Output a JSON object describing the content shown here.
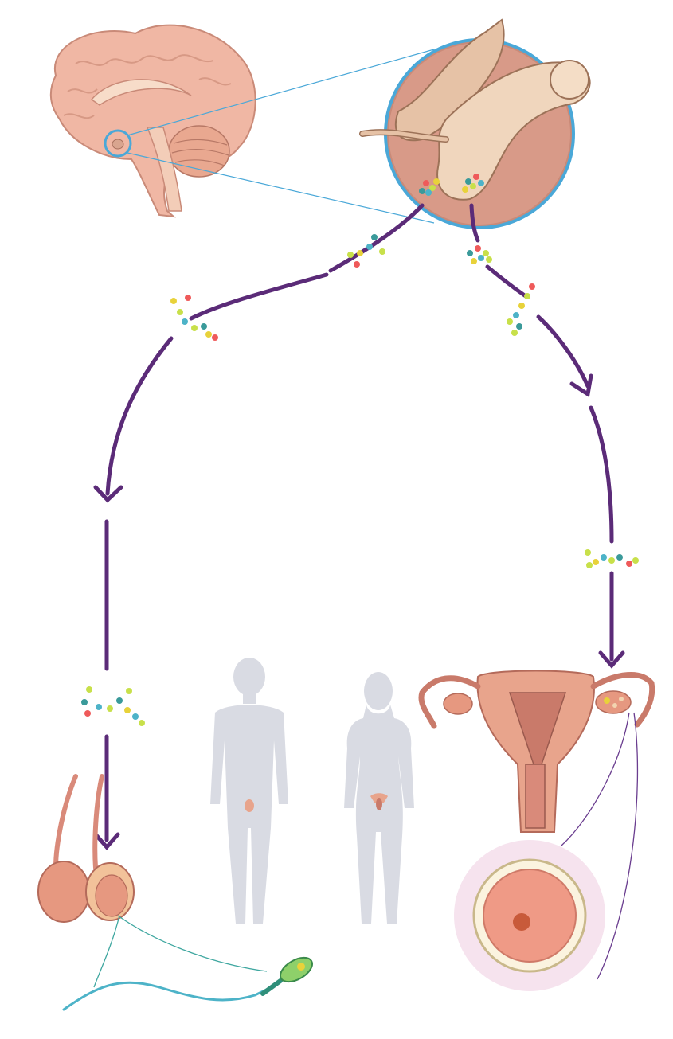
{
  "diagram": {
    "nodes": [
      {
        "id": "brain",
        "icon": "brain-icon"
      },
      {
        "id": "pituitary",
        "icon": "pituitary-gland-icon"
      },
      {
        "id": "testes",
        "icon": "testes-icon"
      },
      {
        "id": "uterus-ovaries",
        "icon": "uterus-ovaries-icon"
      },
      {
        "id": "sperm",
        "icon": "sperm-cell-icon"
      },
      {
        "id": "ovum",
        "icon": "ovum-icon"
      },
      {
        "id": "male-silhouette",
        "icon": "male-body-icon"
      },
      {
        "id": "female-silhouette",
        "icon": "female-body-icon"
      }
    ],
    "edges": [
      {
        "from": "pituitary",
        "to": "testes",
        "style": "arrow"
      },
      {
        "from": "pituitary",
        "to": "uterus-ovaries",
        "style": "arrow"
      }
    ],
    "colors": {
      "arrow": "#5b2b78",
      "connector_blue": "#4aa8d8",
      "connector_teal": "#3fa7a0",
      "connector_purple": "#6a3d8f",
      "tissue": "#e8a48c",
      "tissue_dark": "#c97a6a",
      "silhouette": "#d9dbe3",
      "hormone_colors": [
        "#c8e04a",
        "#e8d23a",
        "#4db3c8",
        "#3a9a9a",
        "#ef5a5a",
        "#2f8f7a"
      ]
    }
  }
}
